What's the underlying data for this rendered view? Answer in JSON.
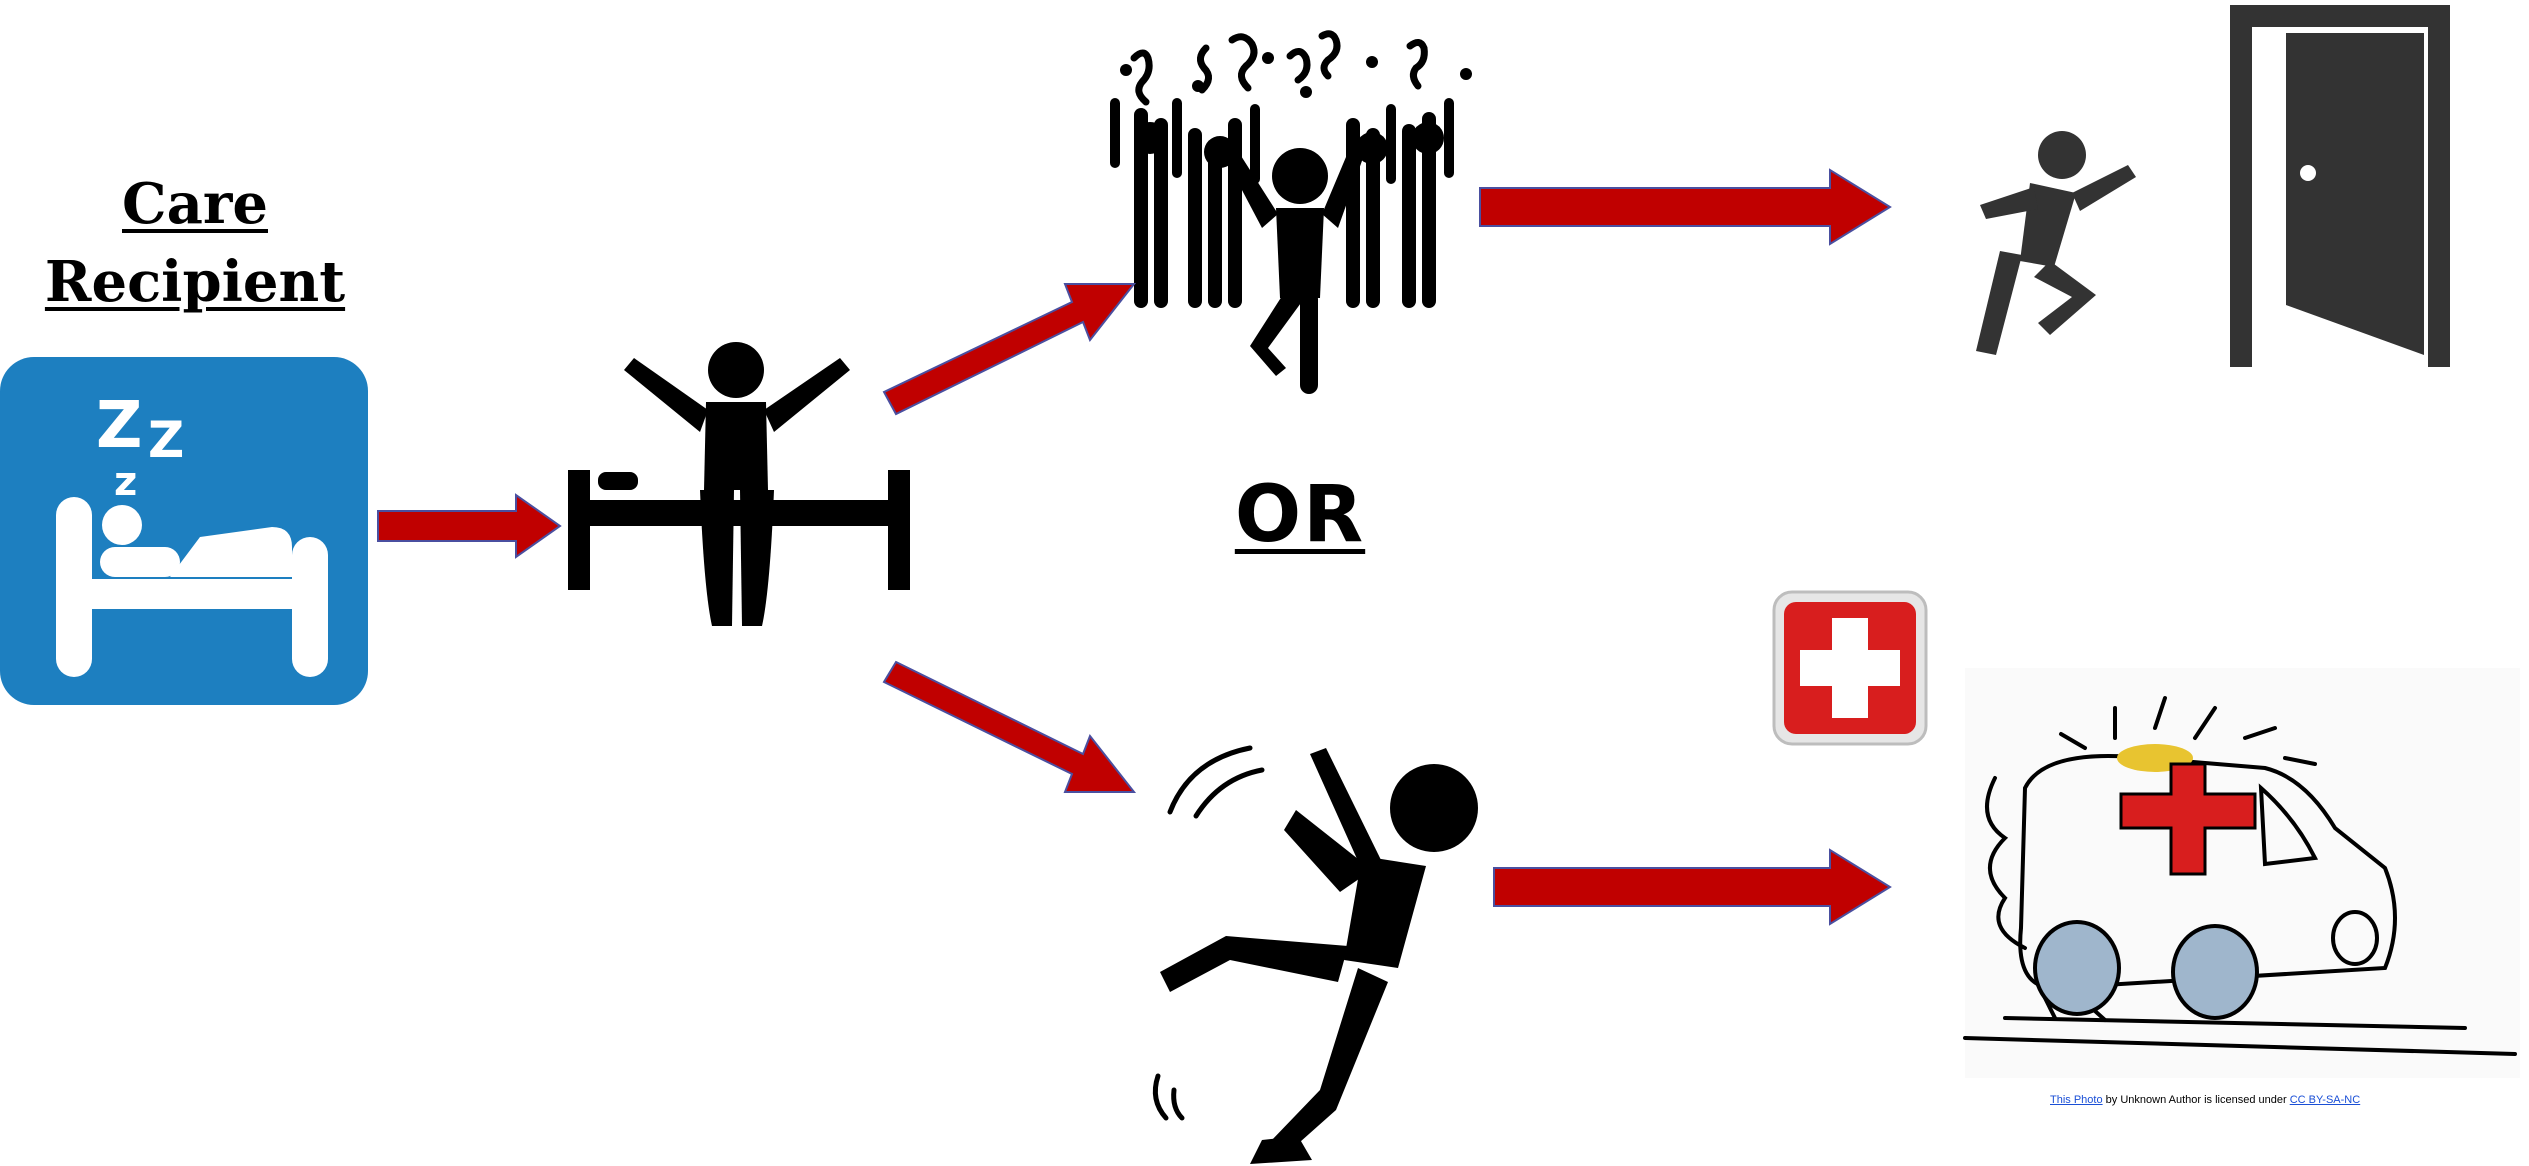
{
  "title": {
    "line1": "Care",
    "line2": "Recipient"
  },
  "or_label": "OR",
  "attribution": {
    "link_text": "This Photo",
    "middle_text": " by Unknown Author is licensed under ",
    "license_text": "CC BY-SA-NC"
  },
  "icons": {
    "sleep": "sleeping-in-bed-icon",
    "sit_up": "person-waking-on-bed-icon",
    "crowd": "agitated-crowd-icon",
    "exit": "person-running-out-door-icon",
    "fall": "person-falling-icon",
    "first_aid": "first-aid-cross-icon",
    "ambulance": "ambulance-icon"
  },
  "colors": {
    "arrow_fill": "#c00000",
    "arrow_stroke": "#4a4fa0",
    "sleep_tile": "#1d7fc0",
    "first_aid_red": "#d81e1e"
  }
}
